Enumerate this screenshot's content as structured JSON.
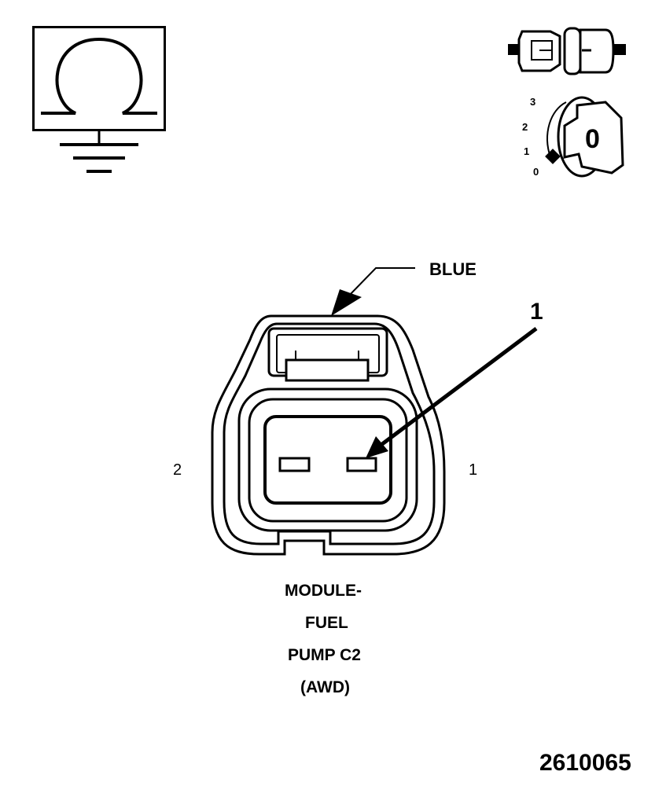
{
  "callouts": {
    "color_label": "BLUE",
    "pin_callout": "1",
    "pin_left": "2",
    "pin_right": "1"
  },
  "caption": {
    "line1": "MODULE-",
    "line2": "FUEL",
    "line3": "PUMP C2",
    "line4": "(AWD)"
  },
  "ignition": {
    "positions": [
      "3",
      "2",
      "1",
      "0"
    ],
    "key_label": "0"
  },
  "figure_number": "2610065",
  "icons": {
    "ohmmeter": "ohmmeter-ground-icon",
    "connector": "disconnected-connector-icon",
    "ignition": "ignition-key-off-icon"
  }
}
